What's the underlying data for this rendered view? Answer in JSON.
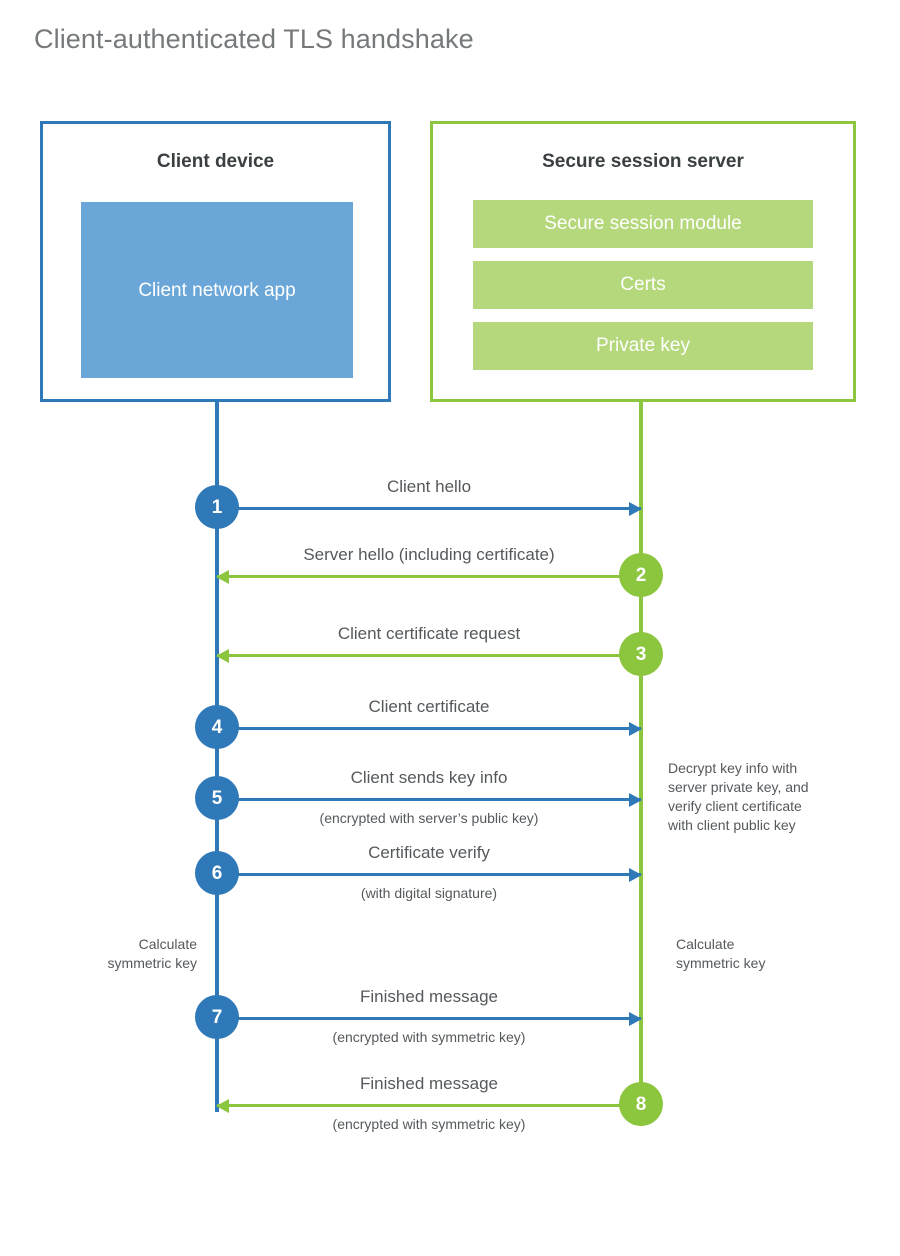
{
  "title": "Client-authenticated TLS handshake",
  "colors": {
    "client_blue": "#3079b8",
    "client_app_fill": "#6aa6d8",
    "server_green": "#8cc63f",
    "server_module_fill": "#b5d87c",
    "text_gray": "#55595c",
    "heading_gray": "#3a3f42",
    "title_gray": "#76797b",
    "background": "#ffffff"
  },
  "actors": {
    "client": {
      "title": "Client device",
      "app_label": "Client network app"
    },
    "server": {
      "title": "Secure session server",
      "modules": [
        "Secure session module",
        "Certs",
        "Private key"
      ]
    }
  },
  "steps": [
    {
      "number": "1",
      "label": "Client hello",
      "sub": "",
      "direction": "to-server",
      "badge": "blue"
    },
    {
      "number": "2",
      "label": "Server hello (including certificate)",
      "sub": "",
      "direction": "to-client",
      "badge": "green"
    },
    {
      "number": "3",
      "label": "Client certificate request",
      "sub": "",
      "direction": "to-client",
      "badge": "green"
    },
    {
      "number": "4",
      "label": "Client certificate",
      "sub": "",
      "direction": "to-server",
      "badge": "blue"
    },
    {
      "number": "5",
      "label": "Client sends key info",
      "sub": "(encrypted with server’s public key)",
      "direction": "to-server",
      "badge": "blue"
    },
    {
      "number": "6",
      "label": "Certificate verify",
      "sub": "(with digital signature)",
      "direction": "to-server",
      "badge": "blue"
    },
    {
      "number": "7",
      "label": "Finished message",
      "sub": "(encrypted with symmetric key)",
      "direction": "to-server",
      "badge": "blue"
    },
    {
      "number": "8",
      "label": "Finished message",
      "sub": "(encrypted with symmetric key)",
      "direction": "to-client",
      "badge": "green"
    }
  ],
  "notes": {
    "server_decrypt": "Decrypt key info with\nserver private key, and\nverify client certificate\nwith client public key",
    "client_calculate": "Calculate\nsymmetric key",
    "server_calculate": "Calculate\nsymmetric key"
  }
}
